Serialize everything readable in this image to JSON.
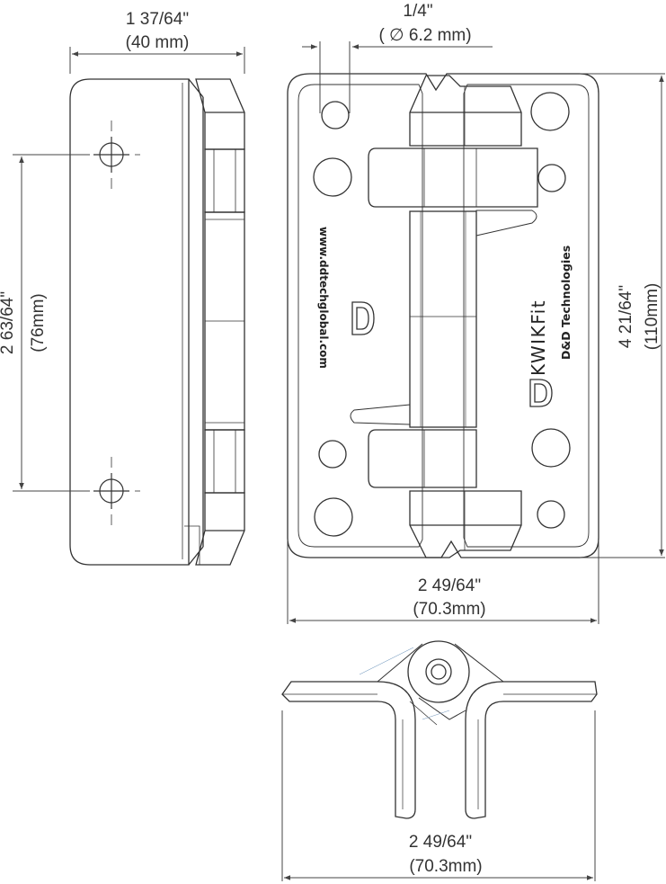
{
  "dimensions": {
    "side_width_in": "1   37/64\"",
    "side_width_mm": "(40 mm)",
    "hole_in": "1/4\"",
    "hole_mm": "( ∅ 6.2 mm)",
    "hole_spacing_in": "2   63/64\"",
    "hole_spacing_mm": "(76mm)",
    "height_in": "4   21/64\"",
    "height_mm": "(110mm)",
    "front_width_in": "2   49/64\"",
    "front_width_mm": "(70.3mm)",
    "bottom_width_in": "2   49/64\"",
    "bottom_width_mm": "(70.3mm)"
  },
  "branding": {
    "website": "www.ddtechglobal.com",
    "product": "KWIKFit",
    "company": "D&D Technologies"
  }
}
